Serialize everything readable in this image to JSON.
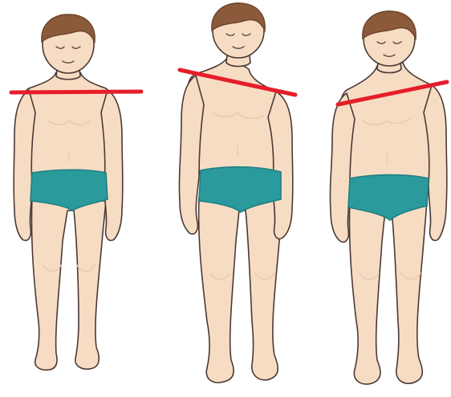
{
  "colors": {
    "background": "#ffffff",
    "skin": "#f7dcc4",
    "skin_shadow": "#efc9ad",
    "outline": "#4a3a33",
    "hair": "#8a5a3b",
    "hair_dark": "#6d4429",
    "underwear": "#2a9a9c",
    "underwear_dark": "#1f7f82",
    "shoulder_line": "#e51d2a"
  },
  "figures": [
    {
      "posture": "level-shoulders",
      "shoulder_line": "horizontal"
    },
    {
      "posture": "right-shoulder-lower",
      "shoulder_line": "descending-to-right"
    },
    {
      "posture": "left-shoulder-lower",
      "shoulder_line": "ascending-to-right"
    }
  ]
}
